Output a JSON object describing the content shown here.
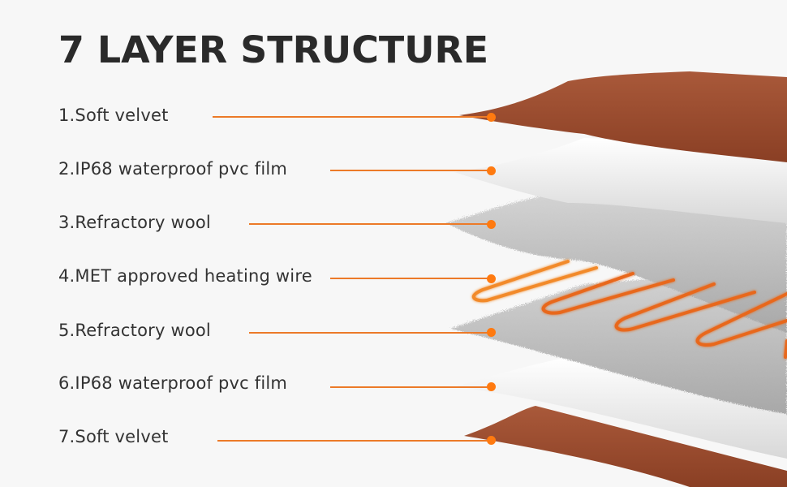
{
  "title": "7 LAYER STRUCTURE",
  "accent_color": "#ff7a10",
  "layers": [
    {
      "label": "1.Soft velvet",
      "material": "velvet"
    },
    {
      "label": "2.IP68 waterproof pvc film",
      "material": "film"
    },
    {
      "label": "3.Refractory wool",
      "material": "wool"
    },
    {
      "label": "4.MET approved heating wire",
      "material": "wire"
    },
    {
      "label": "5.Refractory wool",
      "material": "wool"
    },
    {
      "label": "6.IP68 waterproof pvc film",
      "material": "film"
    },
    {
      "label": "7.Soft velvet",
      "material": "velvet"
    }
  ]
}
